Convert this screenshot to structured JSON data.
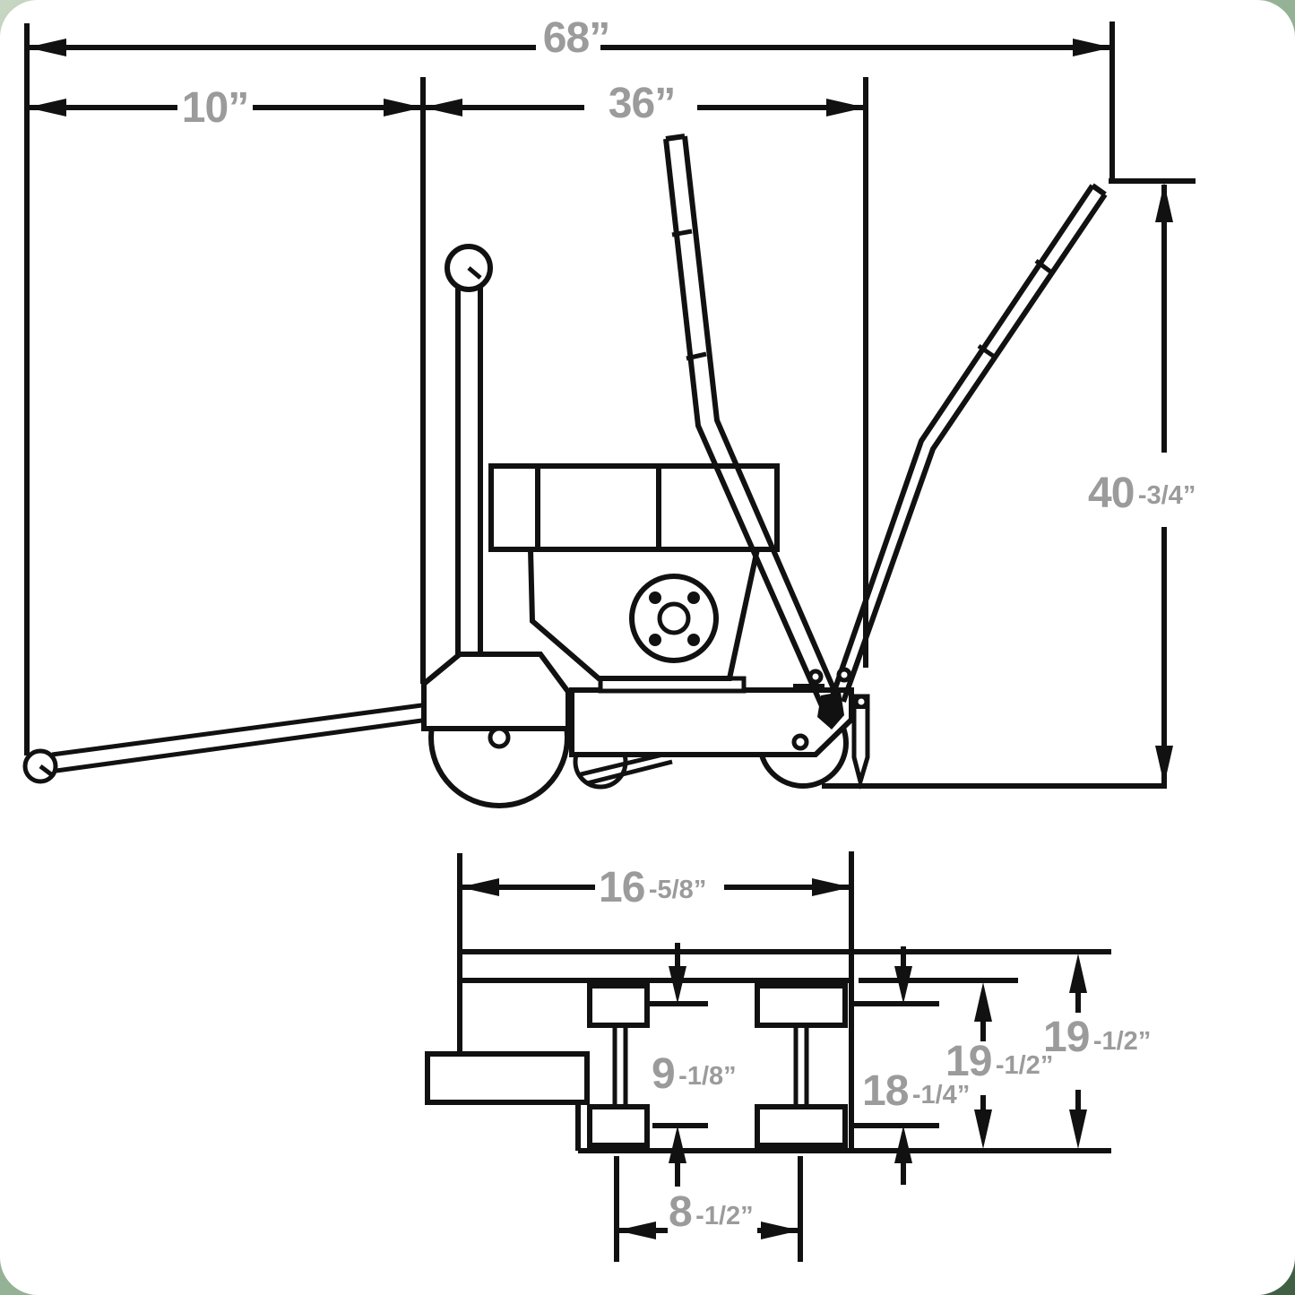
{
  "figure": "concrete saw dimension drawing",
  "colors": {
    "line": "#111111",
    "dimension_text": "#9b9b9b",
    "canvas_background": "#ffffff",
    "backdrop_green_dark": "#3f5f43",
    "backdrop_green_light": "#c6d6c1"
  },
  "side_view": {
    "name": "side elevation with guide pointer and V-handles",
    "dim_overall_length": {
      "label": "68”"
    },
    "dim_front_overhang": {
      "label": "10”"
    },
    "dim_body_length": {
      "label": "36”"
    },
    "dim_handle_height": {
      "main": "40",
      "fraction": "-3/4”"
    }
  },
  "plan_view": {
    "name": "top plan of frame and wheels",
    "dim_deck_length": {
      "main": "16",
      "fraction": "-5/8”"
    },
    "dim_inner_wheel_track": {
      "main": "9",
      "fraction": "-1/8”"
    },
    "dim_outer_wheel_track": {
      "main": "18",
      "fraction": "-1/4”"
    },
    "dim_frame_width_inner": {
      "main": "19",
      "fraction": "-1/2”"
    },
    "dim_frame_width_outer": {
      "main": "19",
      "fraction": "-1/2”"
    },
    "dim_axle_spacing": {
      "main": "8",
      "fraction": "-1/2”"
    }
  }
}
